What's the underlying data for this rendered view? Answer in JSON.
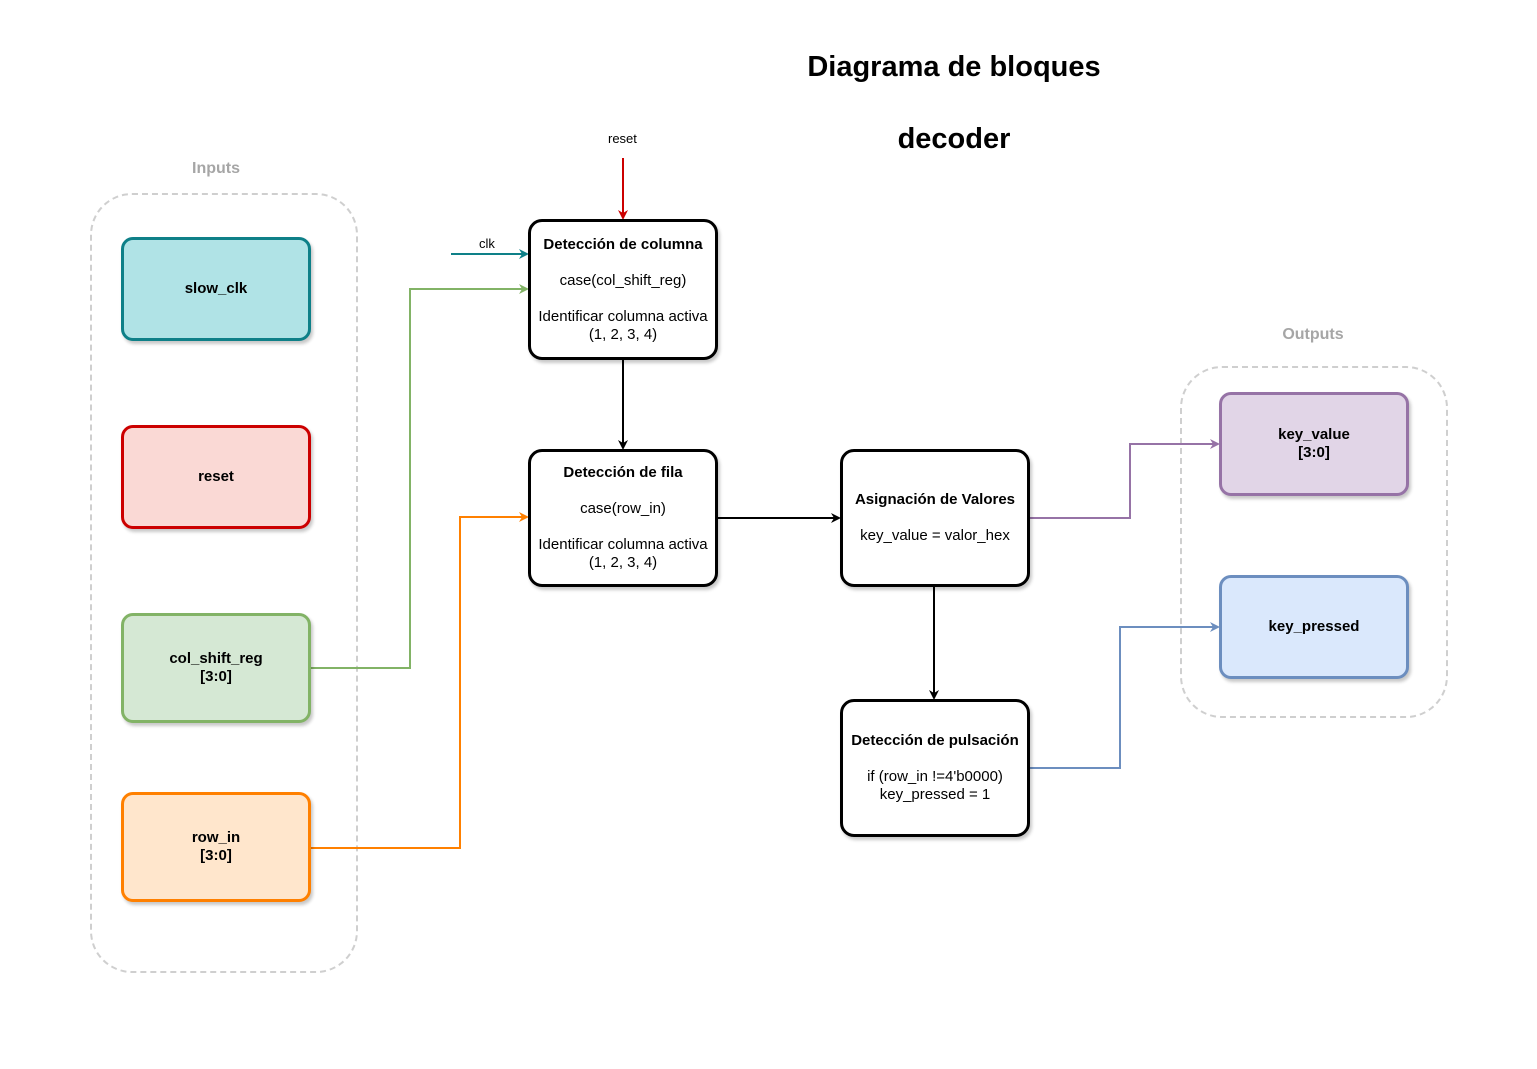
{
  "title": {
    "line1": "Diagrama de bloques",
    "line2": "decoder"
  },
  "groups": {
    "inputs_label": "Inputs",
    "outputs_label": "Outputs"
  },
  "inputs": {
    "slow_clk": {
      "label": "slow_clk",
      "fill": "#b0e3e6",
      "stroke": "#0e8088"
    },
    "reset": {
      "label": "reset",
      "fill": "#fad9d5",
      "stroke": "#cc0000"
    },
    "col_shift_reg": {
      "label": "col_shift_reg",
      "sub": "[3:0]",
      "fill": "#d5e8d4",
      "stroke": "#82b366"
    },
    "row_in": {
      "label": "row_in",
      "sub": "[3:0]",
      "fill": "#ffe6cc",
      "stroke": "#ff8000"
    }
  },
  "outputs": {
    "key_value": {
      "label": "key_value",
      "sub": "[3:0]",
      "fill": "#e1d5e7",
      "stroke": "#9673a6"
    },
    "key_pressed": {
      "label": "key_pressed",
      "fill": "#dae8fc",
      "stroke": "#6c8ebf"
    }
  },
  "blocks": {
    "columna": {
      "title": "Detección de columna",
      "line1": "case(col_shift_reg)",
      "line2": "Identificar columna activa",
      "line3": "(1, 2, 3, 4)"
    },
    "fila": {
      "title": "Detección de fila",
      "line1": "case(row_in)",
      "line2": "Identificar columna activa",
      "line3": "(1, 2, 3, 4)"
    },
    "asignacion": {
      "title": "Asignación de Valores",
      "line1": "key_value = valor_hex"
    },
    "pulsacion": {
      "title": "Detección de pulsación",
      "line1": "if (row_in !=4'b0000)",
      "line2": "key_pressed = 1"
    }
  },
  "signals": {
    "reset_label": "reset",
    "clk_label": "clk"
  },
  "colors": {
    "reset_arrow": "#cc0000",
    "clk_arrow": "#0e8088",
    "col_wire": "#82b366",
    "row_wire": "#ff8000",
    "key_value_wire": "#9673a6",
    "key_pressed_wire": "#6c8ebf",
    "flow": "#000000"
  }
}
